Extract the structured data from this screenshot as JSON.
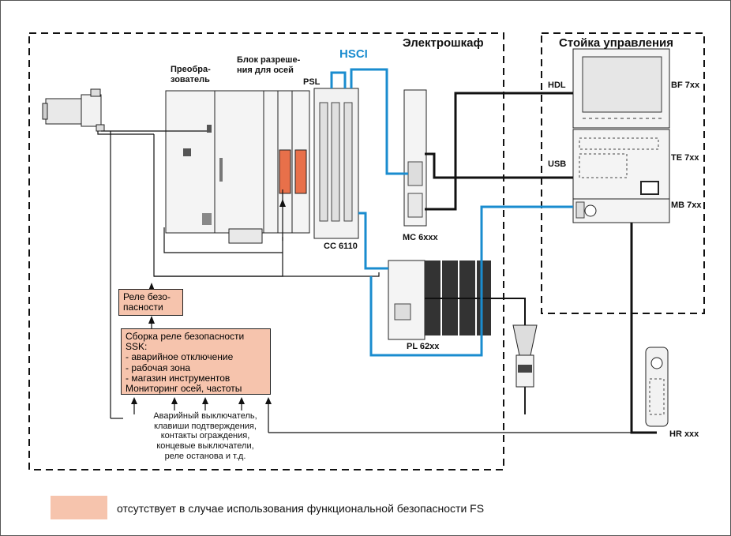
{
  "cabinet": {
    "title": "Электрошкаф"
  },
  "console": {
    "title": "Стойка управления"
  },
  "bus": {
    "hsci": "HSCI",
    "psl": "PSL",
    "hdl": "HDL",
    "usb": "USB"
  },
  "components": {
    "converter": "Преобра-\nзователь",
    "axis_enable": "Блок разреше-\nния для осей",
    "cc": "CC 6110",
    "mc": "MC 6xxx",
    "pl": "PL 62xx",
    "bf": "BF 7xx",
    "te": "TE 7xx",
    "mb": "MB 7xx",
    "hr": "HR xxx"
  },
  "safety_relay": {
    "label": "Реле безо-\nпасности"
  },
  "ssk": {
    "title": "Сборка реле безопасности SSK:",
    "items": [
      "- аварийное отключение",
      "- рабочая зона",
      "- магазин инструментов"
    ],
    "footer": "Мониторинг осей, частоты"
  },
  "inputs_note": "Аварийный выключатель,\nклавиши подтверждения,\nконтакты ограждения,\nконцевые выключатели,\nреле останова и т.д.",
  "legend": {
    "text": "отсутствует в случае использования функциональной безопасности FS",
    "color": "#f6c4ad"
  },
  "colors": {
    "hsci": "#1a8ccf",
    "wire": "#111111",
    "highlight": "#f6c4ad",
    "module_hl": "#e8704a"
  }
}
